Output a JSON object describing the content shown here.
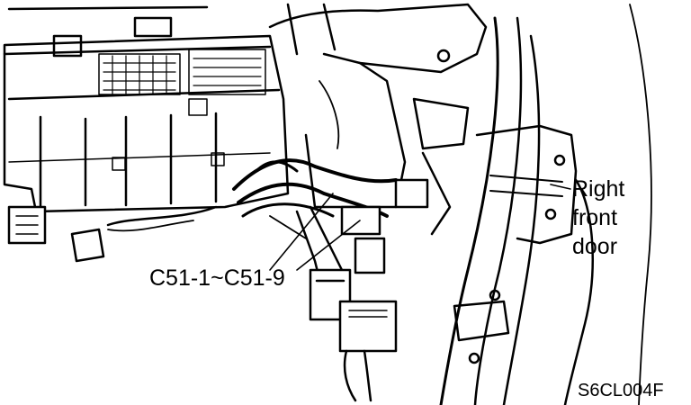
{
  "labels": {
    "connector": "C51-1~C51-9",
    "door_line1": "Right",
    "door_line2": "front",
    "door_line3": "door",
    "figure_code": "S6CL004F"
  },
  "colors": {
    "ink": "#000000",
    "paper": "#ffffff"
  }
}
